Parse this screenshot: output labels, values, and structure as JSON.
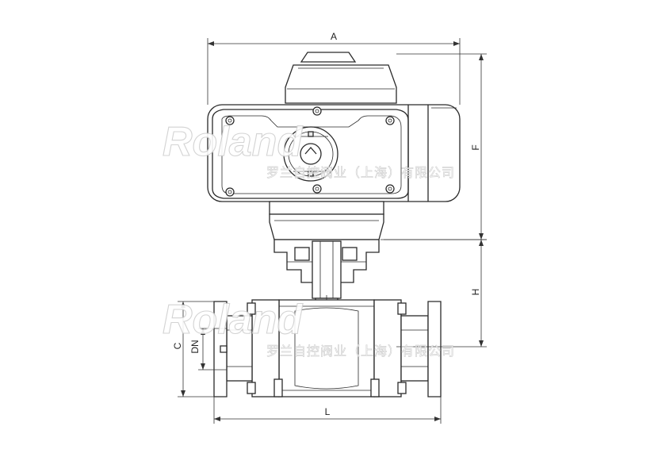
{
  "dimensions": {
    "A": "A",
    "F": "F",
    "H": "H",
    "C": "C",
    "DN": "DN",
    "L": "L"
  },
  "watermark": {
    "brand": "Roland",
    "company": "罗兰自控阀业（上海）有限公司"
  },
  "colors": {
    "line": "#2a2a2a",
    "watermark": "#cfcfcf"
  }
}
